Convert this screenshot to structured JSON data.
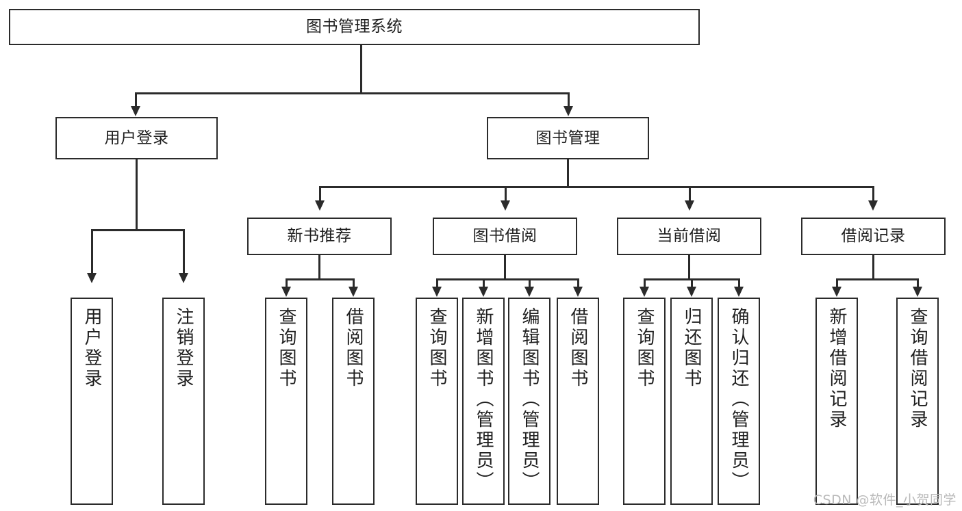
{
  "diagram": {
    "type": "tree",
    "title": "图书管理系统",
    "watermark": "CSDN @软件_小贺同学",
    "root": {
      "label": "图书管理系统"
    },
    "level1": [
      {
        "label": "用户登录"
      },
      {
        "label": "图书管理"
      }
    ],
    "level2": [
      {
        "label": "新书推荐"
      },
      {
        "label": "图书借阅"
      },
      {
        "label": "当前借阅"
      },
      {
        "label": "借阅记录"
      }
    ],
    "leaves": {
      "user_login": [
        {
          "label": "用户登录"
        },
        {
          "label": "注销登录"
        }
      ],
      "new_book_recommend": [
        {
          "label": "查询图书"
        },
        {
          "label": "借阅图书"
        }
      ],
      "book_borrow": [
        {
          "label": "查询图书"
        },
        {
          "label": "新增图书（管理员）"
        },
        {
          "label": "编辑图书（管理员）"
        },
        {
          "label": "借阅图书"
        }
      ],
      "current_borrow": [
        {
          "label": "查询图书"
        },
        {
          "label": "归还图书"
        },
        {
          "label": "确认归还（管理员）"
        }
      ],
      "borrow_record": [
        {
          "label": "新增借阅记录"
        },
        {
          "label": "查询借阅记录"
        }
      ]
    },
    "colors": {
      "stroke": "#2b2b2b",
      "fill": "#ffffff",
      "text": "#1f1f1f",
      "watermark": "#b9b9b9"
    }
  }
}
